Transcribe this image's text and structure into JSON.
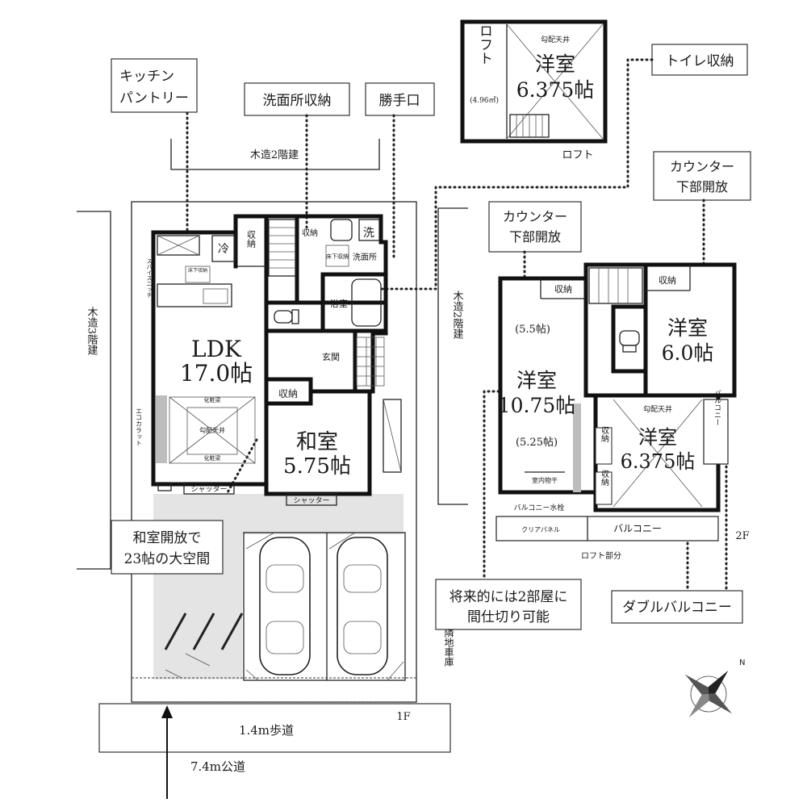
{
  "loft": {
    "label_loft": "ロフト",
    "label_loft_area": "(4.96㎡)",
    "ceiling": "勾配天井",
    "room_name": "洋室",
    "room_size": "6.375帖",
    "floor_label": "ロフト"
  },
  "callouts": {
    "kitchen_pantry_1": "キッチン",
    "kitchen_pantry_2": "パントリー",
    "washroom_storage": "洗面所収納",
    "back_door": "勝手口",
    "toilet_storage": "トイレ収納",
    "counter_open_right_1": "カウンター",
    "counter_open_right_2": "下部開放",
    "counter_open_left_1": "カウンター",
    "counter_open_left_2": "下部開放",
    "washitsu_open_1": "和室開放で",
    "washitsu_open_2": "23帖の大空間",
    "future_divide_1": "将来的には2部屋に",
    "future_divide_2": "間仕切り可能",
    "double_balcony": "ダブルバルコニー"
  },
  "first_floor": {
    "neighbor_top": "木造2階建",
    "neighbor_left": "木造3階建",
    "refrigerator": "冷",
    "storage_top": "収納",
    "storage_wash": "収納",
    "laundry": "洗",
    "underfloor_1": "床下収納",
    "underfloor_2": "床下収納",
    "washroom": "洗面所",
    "bath": "浴室",
    "spice": "スパイスニッチ",
    "ldk_name": "LDK",
    "ldk_size": "17.0帖",
    "ceiling": "勾配天井",
    "ceiling_beam_1": "化粧梁",
    "ceiling_beam_2": "化粧梁",
    "eco_carat": "エコカラット",
    "storage_ldk": "収納",
    "entrance": "玄関",
    "washitsu_name": "和室",
    "washitsu_size": "5.75帖",
    "shutter_1": "シャッター",
    "shutter_2": "シャッター",
    "floor_label": "1F",
    "neighbor_garage": "隣地車庫",
    "sidewalk": "1.4m歩道",
    "road": "7.4m公道"
  },
  "second_floor": {
    "neighbor": "木造2階建",
    "storage_a": "収納",
    "storage_b": "収納",
    "storage_c": "収納",
    "storage_d": "収納",
    "room_big_name": "洋室",
    "room_big_size": "10.75帖",
    "room_big_sub_1": "(5.5帖)",
    "room_big_sub_2": "(5.25帖)",
    "indoor_dry": "室内物干",
    "room_right_name": "洋室",
    "room_right_size": "6.0帖",
    "room_small_ceiling": "勾配天井",
    "room_small_name": "洋室",
    "room_small_size": "6.375帖",
    "balcony_side": "バルコニー",
    "balcony_sill": "バルコニー水栓",
    "clear_panel": "クリアパネル",
    "balcony": "バルコニー",
    "loft_part": "ロフト部分",
    "floor_label": "2F"
  },
  "compass": {
    "north_mark": "N"
  }
}
